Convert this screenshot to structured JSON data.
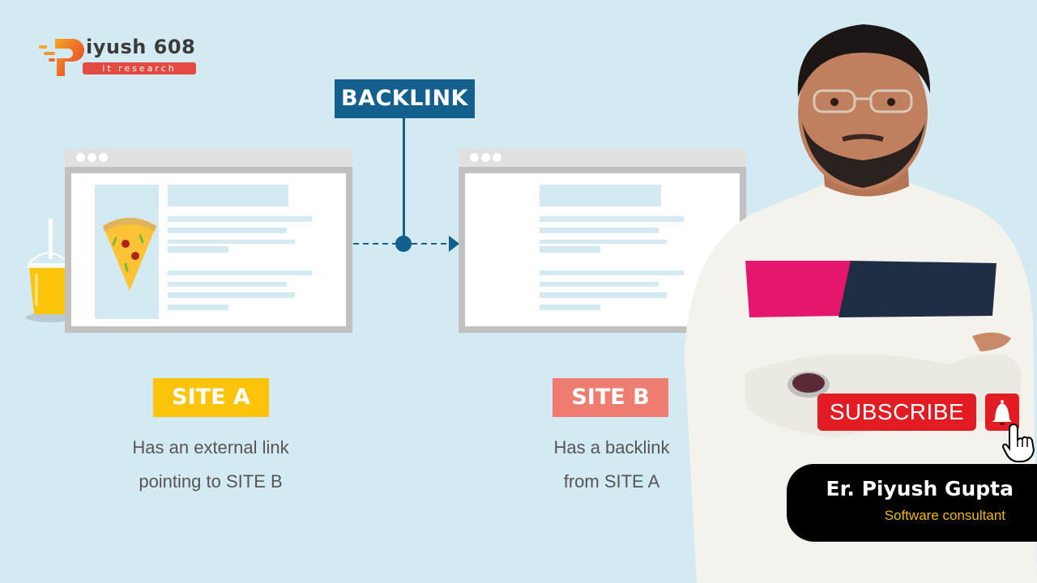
{
  "logo": {
    "title": "iyush 608",
    "initial": "P",
    "subtitle": "it research",
    "accent_color": "#e24a42"
  },
  "diagram": {
    "connector_label": "BACKLINK",
    "connector_color": "#13608f",
    "site_a": {
      "label": "SITE A",
      "color": "#fcc30b",
      "description_line1": "Has an external link",
      "description_line2": "pointing to SITE B",
      "illustration": "pizza-slice"
    },
    "site_b": {
      "label": "SITE B",
      "color": "#ef7c70",
      "description_line1": "Has a backlink",
      "description_line2": "from SITE A"
    }
  },
  "presenter": {
    "subscribe_label": "SUBSCRIBE",
    "subscribe_color": "#e31b23",
    "bell_icon": "bell-icon",
    "cursor_icon": "hand-pointer-icon",
    "name": "Er. Piyush Gupta",
    "role": "Software consultant",
    "role_color": "#f5b800"
  }
}
